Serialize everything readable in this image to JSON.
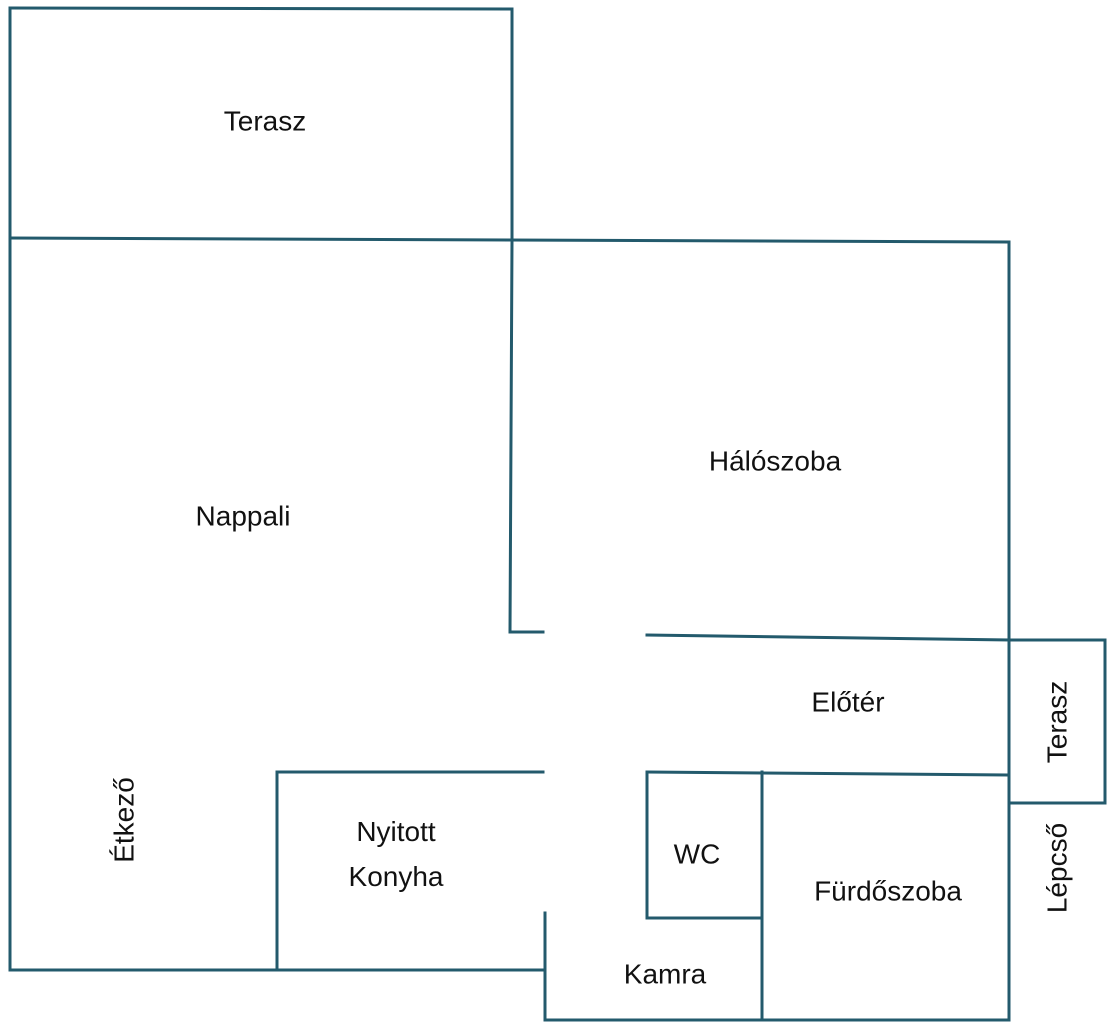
{
  "wall_color": "#235a6c",
  "rooms": {
    "terrace_top": "Terasz",
    "bedroom": "Hálószoba",
    "living_room": "Nappali",
    "hallway": "Előtér",
    "terrace_side": "Terasz",
    "dining": "Étkező",
    "kitchen_line1": "Nyitott",
    "kitchen_line2": "Konyha",
    "wc": "WC",
    "bathroom": "Fürdőszoba",
    "stairs": "Lépcső",
    "pantry": "Kamra"
  }
}
